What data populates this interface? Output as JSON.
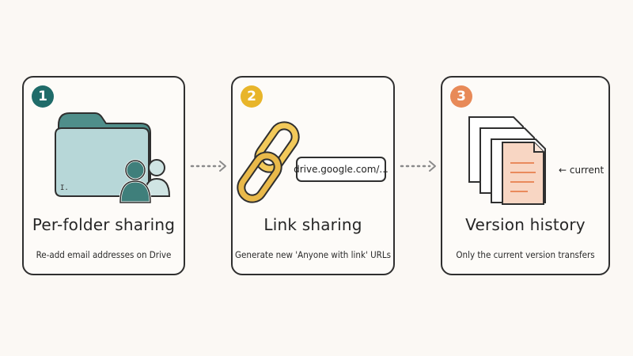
{
  "steps": [
    {
      "number": "1",
      "title": "Per-folder sharing",
      "subtitle": "Re-add email addresses on Drive",
      "icons": [
        "folder-icon",
        "users-icon"
      ],
      "color": "#1f6b69"
    },
    {
      "number": "2",
      "title": "Link sharing",
      "subtitle": "Generate new 'Anyone with link' URLs",
      "url": "drive.google.com/...",
      "icons": [
        "chain-link-icon"
      ],
      "color": "#e8b52a"
    },
    {
      "number": "3",
      "title": "Version history",
      "subtitle": "Only the current version transfers",
      "annotation": "← current",
      "icons": [
        "document-stack-icon"
      ],
      "color": "#e88a58"
    }
  ],
  "connectors": [
    "dotted-arrow-icon",
    "dotted-arrow-icon"
  ]
}
